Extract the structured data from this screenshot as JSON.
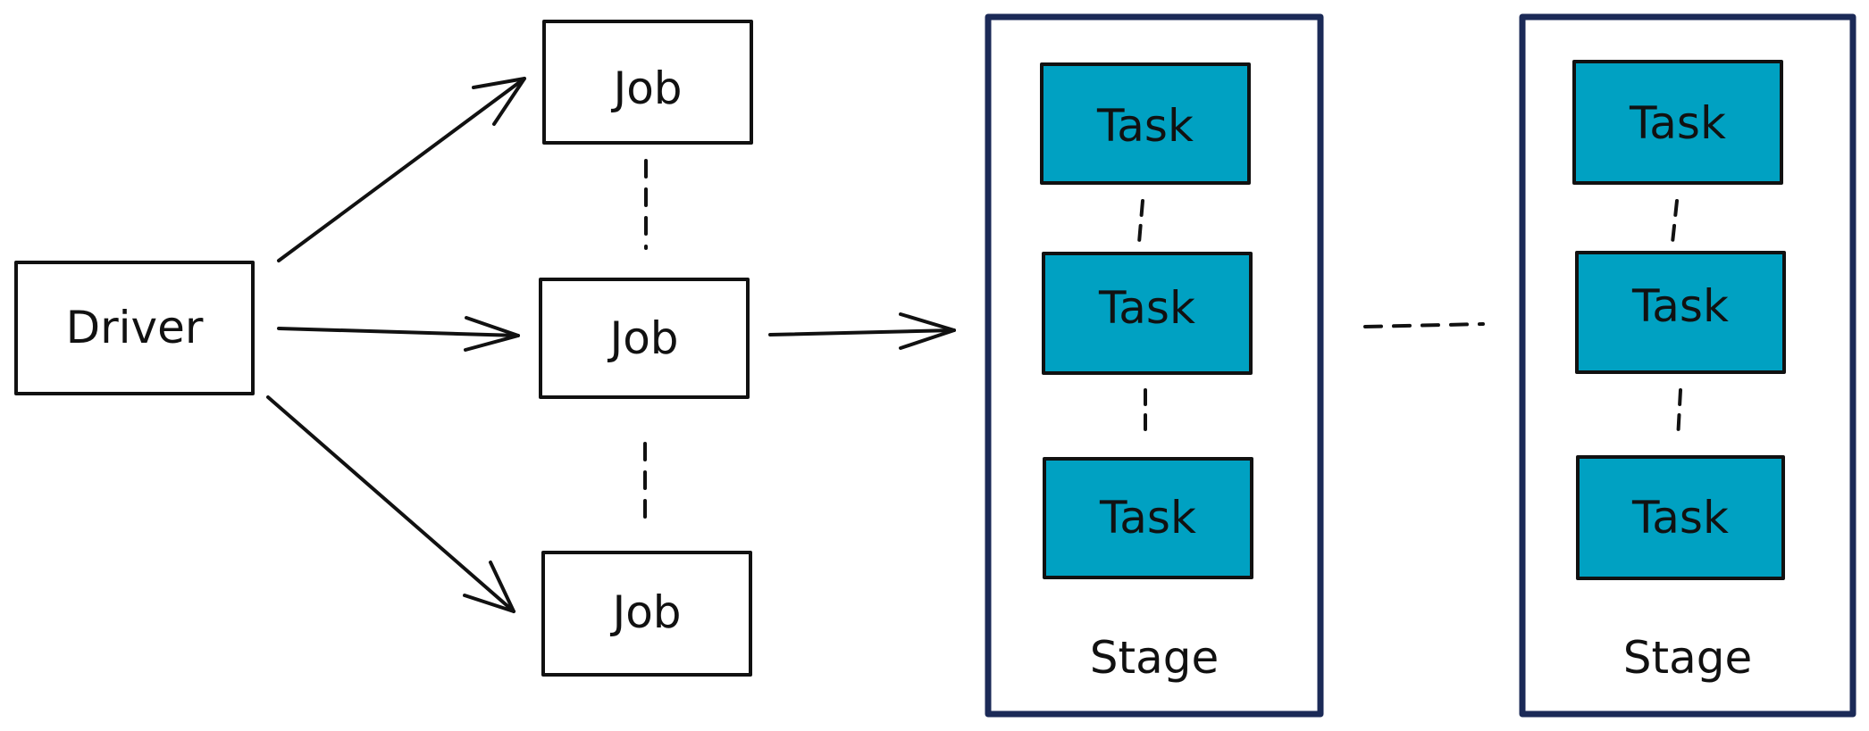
{
  "colors": {
    "stroke": "#111111",
    "stage_border": "#1b2a57",
    "task_fill": "#00a1c2",
    "background": "#ffffff"
  },
  "nodes": {
    "driver": "Driver",
    "jobs": [
      "Job",
      "Job",
      "Job"
    ],
    "stages": [
      {
        "tasks": [
          "Task",
          "Task",
          "Task"
        ],
        "label": "Stage"
      },
      {
        "tasks": [
          "Task",
          "Task",
          "Task"
        ],
        "label": "Stage"
      }
    ]
  },
  "edges": [
    {
      "from": "Driver",
      "to": "Job 1"
    },
    {
      "from": "Driver",
      "to": "Job 2"
    },
    {
      "from": "Driver",
      "to": "Job 3"
    },
    {
      "from": "Job 2",
      "to": "Stage 1"
    }
  ]
}
